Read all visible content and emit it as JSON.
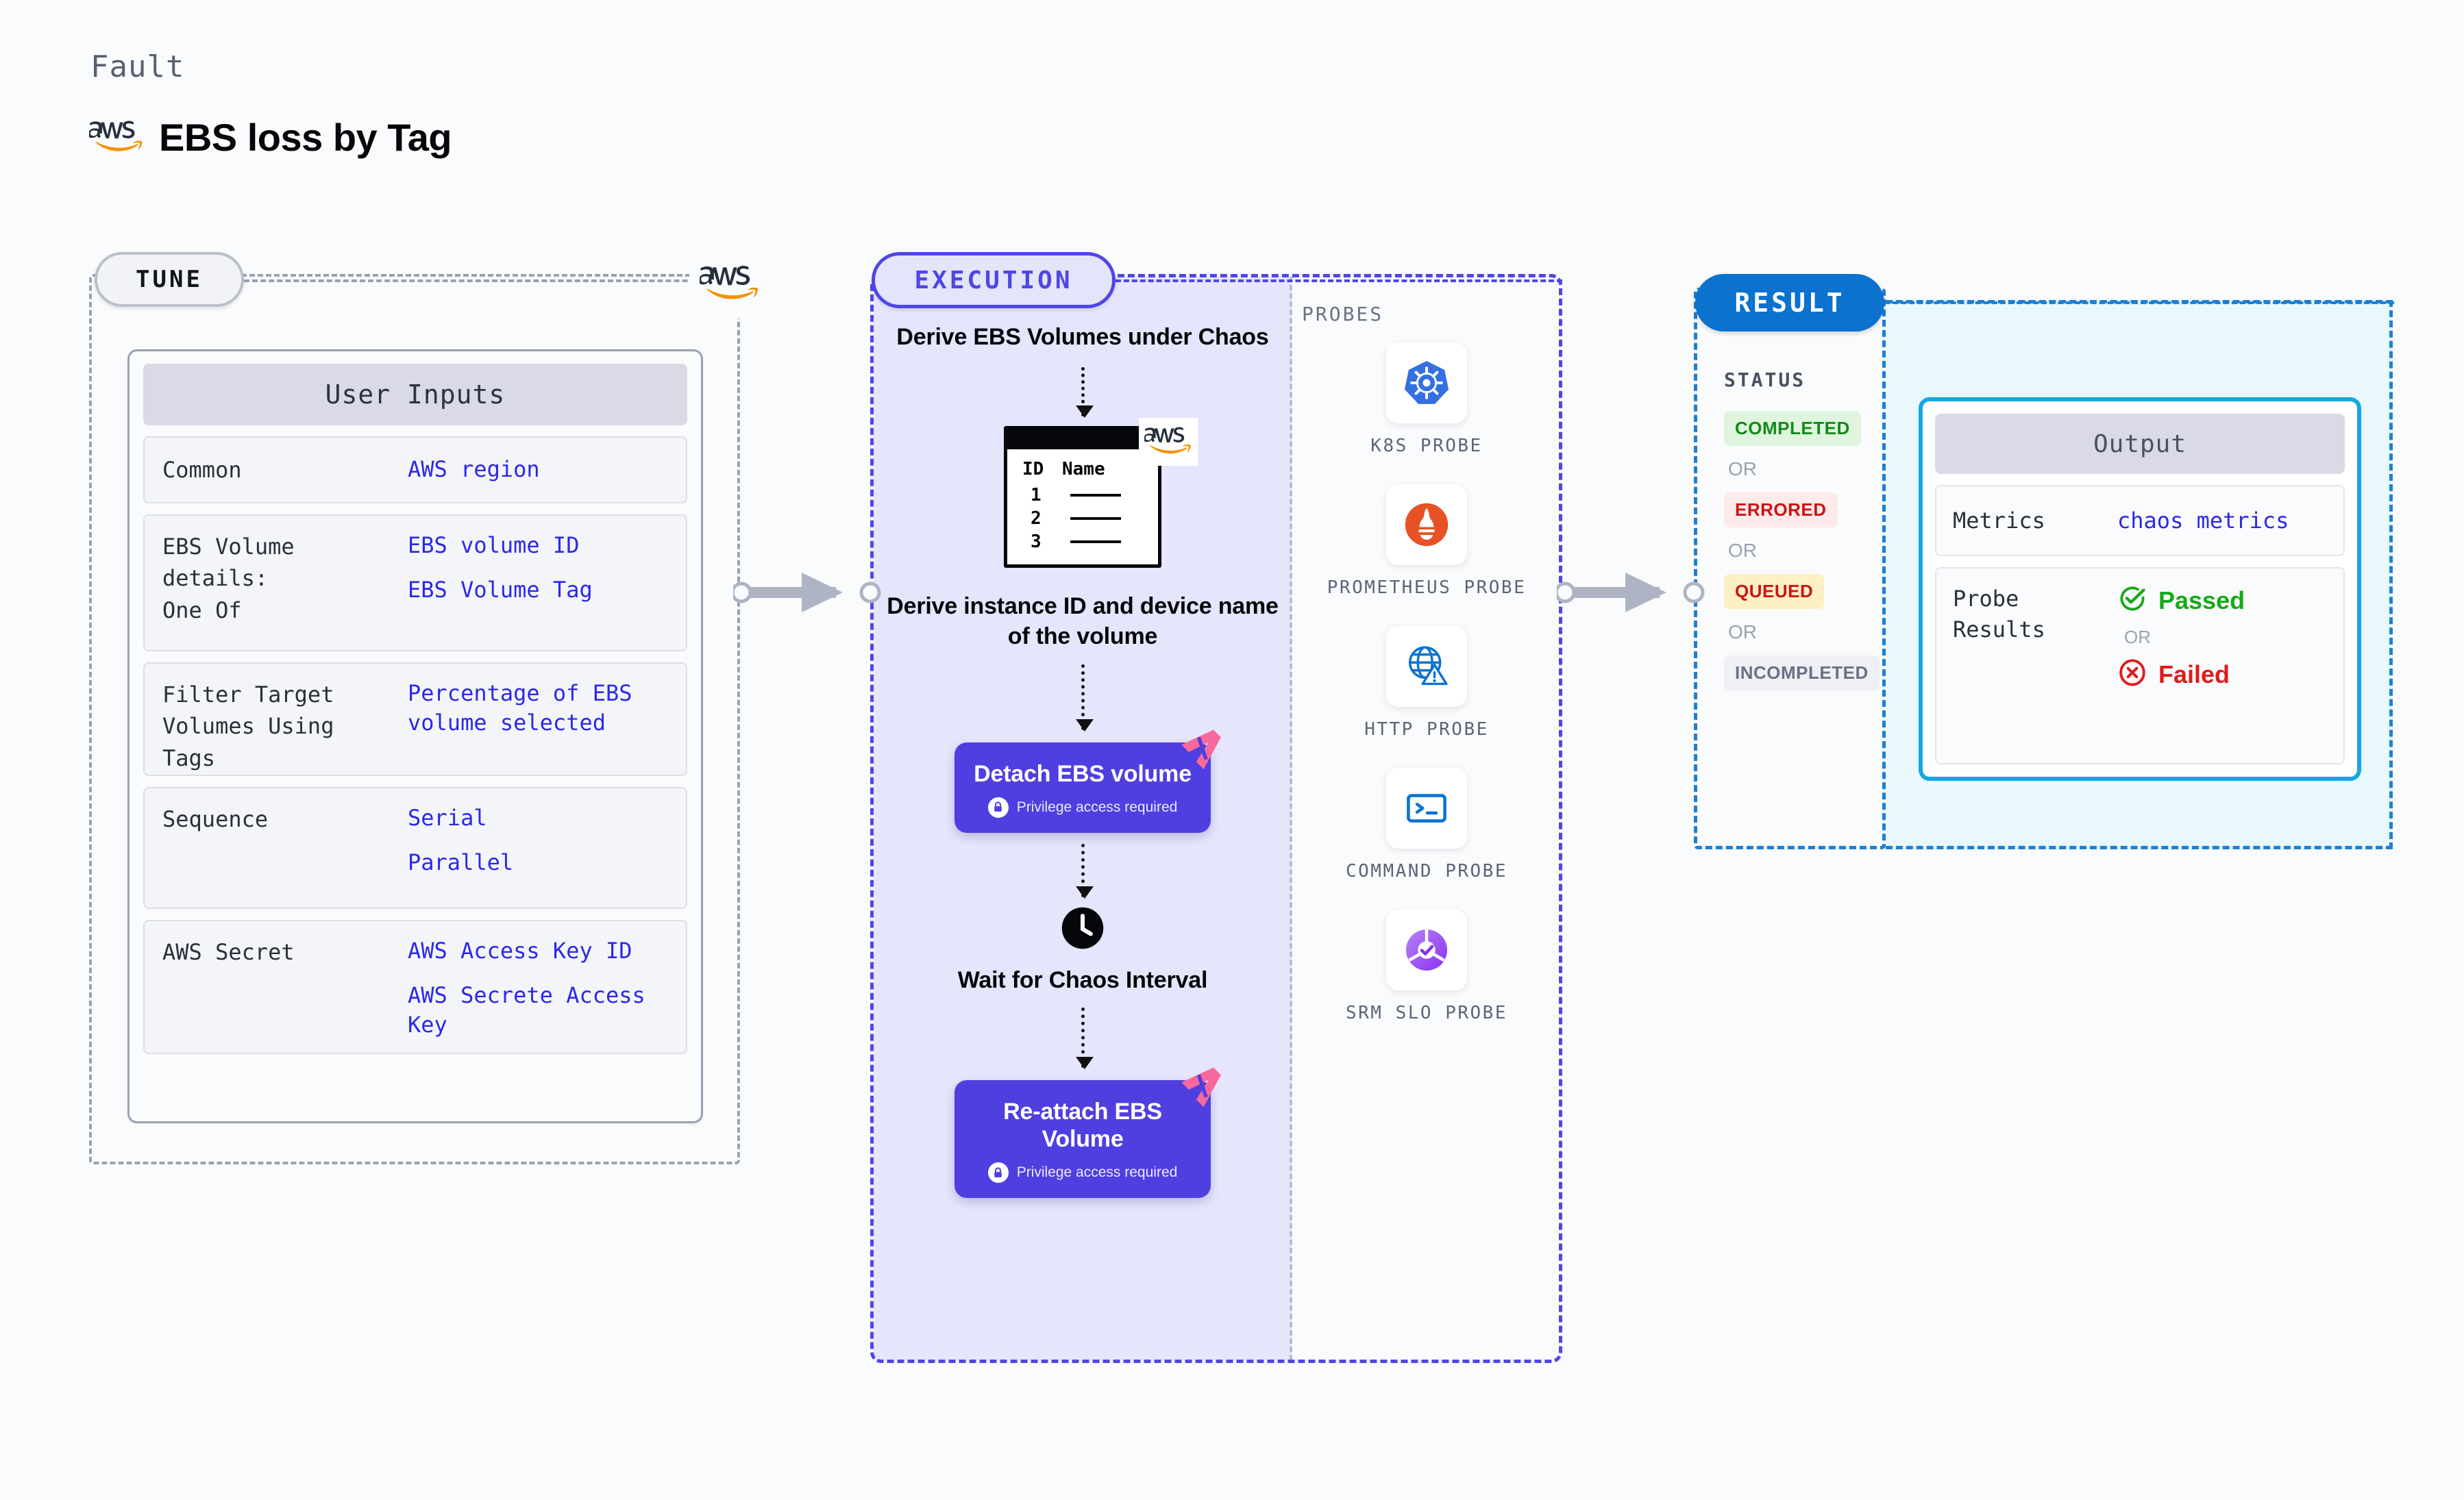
{
  "header": {
    "eyebrow": "Fault",
    "title": "EBS loss by Tag",
    "logo_icon": "aws-logo"
  },
  "tune": {
    "pill_label": "TUNE",
    "aws_icon": "aws-logo",
    "card": {
      "title": "User Inputs",
      "rows": [
        {
          "key": "Common",
          "values": [
            "AWS region"
          ]
        },
        {
          "key": "EBS Volume details:\nOne Of",
          "values": [
            "EBS volume ID",
            "EBS Volume Tag"
          ]
        },
        {
          "key": "Filter Target Volumes Using Tags",
          "values": [
            "Percentage of EBS volume selected"
          ]
        },
        {
          "key": "Sequence",
          "values": [
            "Serial",
            "Parallel"
          ]
        },
        {
          "key": "AWS Secret",
          "values": [
            "AWS Access Key ID",
            "AWS Secrete Access Key"
          ]
        }
      ]
    }
  },
  "execution": {
    "pill_label": "EXECUTION",
    "step1_label": "Derive EBS Volumes under Chaos",
    "volume_table": {
      "columns": [
        "ID",
        "Name"
      ],
      "rows": [
        "1",
        "2",
        "3"
      ],
      "aws_icon": "aws-logo"
    },
    "step2_label": "Derive instance ID and device name of the volume",
    "action1": {
      "title": "Detach EBS volume",
      "privilege_note": "Privilege access required",
      "lock_icon": "lock-icon",
      "ribbon_icon": "chaos-ribbon-icon"
    },
    "wait": {
      "icon": "clock-icon",
      "label": "Wait for Chaos Interval"
    },
    "action2": {
      "title": "Re-attach EBS Volume",
      "privilege_note": "Privilege access required",
      "lock_icon": "lock-icon",
      "ribbon_icon": "chaos-ribbon-icon"
    }
  },
  "probes": {
    "title": "PROBES",
    "items": [
      {
        "label": "K8S PROBE",
        "icon": "kubernetes-icon"
      },
      {
        "label": "PROMETHEUS PROBE",
        "icon": "prometheus-icon"
      },
      {
        "label": "HTTP PROBE",
        "icon": "http-globe-icon"
      },
      {
        "label": "COMMAND PROBE",
        "icon": "terminal-icon"
      },
      {
        "label": "SRM SLO PROBE",
        "icon": "srm-slo-icon"
      }
    ]
  },
  "result": {
    "pill_label": "RESULT",
    "status_title": "STATUS",
    "or_label": "OR",
    "statuses": [
      {
        "label": "COMPLETED",
        "state": "completed"
      },
      {
        "label": "ERRORED",
        "state": "errored"
      },
      {
        "label": "QUEUED",
        "state": "queued"
      },
      {
        "label": "INCOMPLETED",
        "state": "incompleted"
      }
    ],
    "output": {
      "title": "Output",
      "metrics_key": "Metrics",
      "metrics_value": "chaos metrics",
      "probe_key": "Probe Results",
      "passed_label": "Passed",
      "failed_label": "Failed",
      "or_label": "OR",
      "passed_icon": "check-circle-icon",
      "failed_icon": "x-circle-icon"
    }
  },
  "colors": {
    "accent_purple": "#4f46e5",
    "action_purple": "#4f3fe0",
    "result_blue": "#0b72cd",
    "output_cyan": "#14a7e2",
    "value_blue": "#2b28e8",
    "aws_orange": "#f59100",
    "chaos_pink": "#f8699b",
    "pass_green": "#17a81a",
    "fail_red": "#e01b1b"
  }
}
